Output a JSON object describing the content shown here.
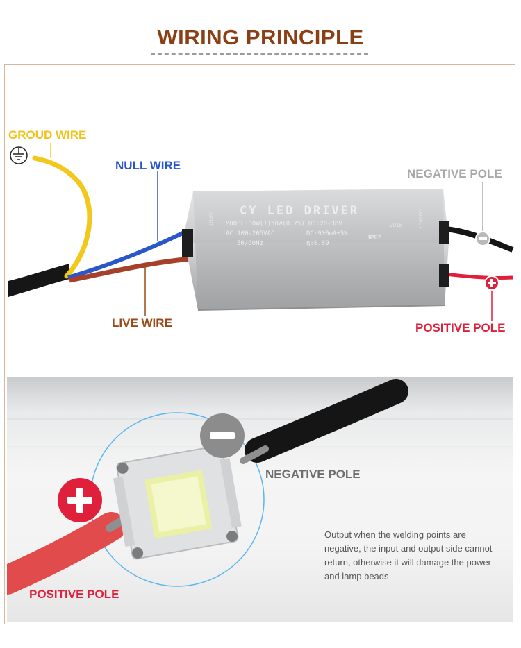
{
  "header": {
    "title": "WIRING PRINCIPLE"
  },
  "driver_diagram": {
    "labels": {
      "ground_wire": "GROUD WIRE",
      "null_wire": "NULL WIRE",
      "live_wire": "LIVE WIRE",
      "negative_pole": "NEGATIVE POLE",
      "positive_pole": "POSITIVE POLE"
    },
    "driver_box": {
      "title": "CY LED DRIVER",
      "model": "MODEL:30W(1)50W(0.75)",
      "dc_voltage": "DC:20-38V",
      "ac_input": "AC:100-265VAC",
      "dc_current": "DC:900mA±5%",
      "frequency": "50/60Hz",
      "efficiency": "η:0.89",
      "rating": "IP67",
      "year": "2016",
      "input_mark": "INPUT",
      "output_mark": "OUTPUT"
    },
    "wire_colors": {
      "ground": "#f3c81c",
      "null": "#2a56c9",
      "live": "#a5412a",
      "positive": "#e0203a",
      "negative": "#1a1a1a"
    }
  },
  "chip_diagram": {
    "labels": {
      "negative_pole": "NEGATIVE POLE",
      "positive_pole": "POSITIVE POLE"
    },
    "note": "Output when the welding points are negative, the input and output side cannot return, otherwise it will damage the power and lamp beads",
    "icons": {
      "negative": "minus-icon",
      "positive": "plus-icon"
    }
  }
}
